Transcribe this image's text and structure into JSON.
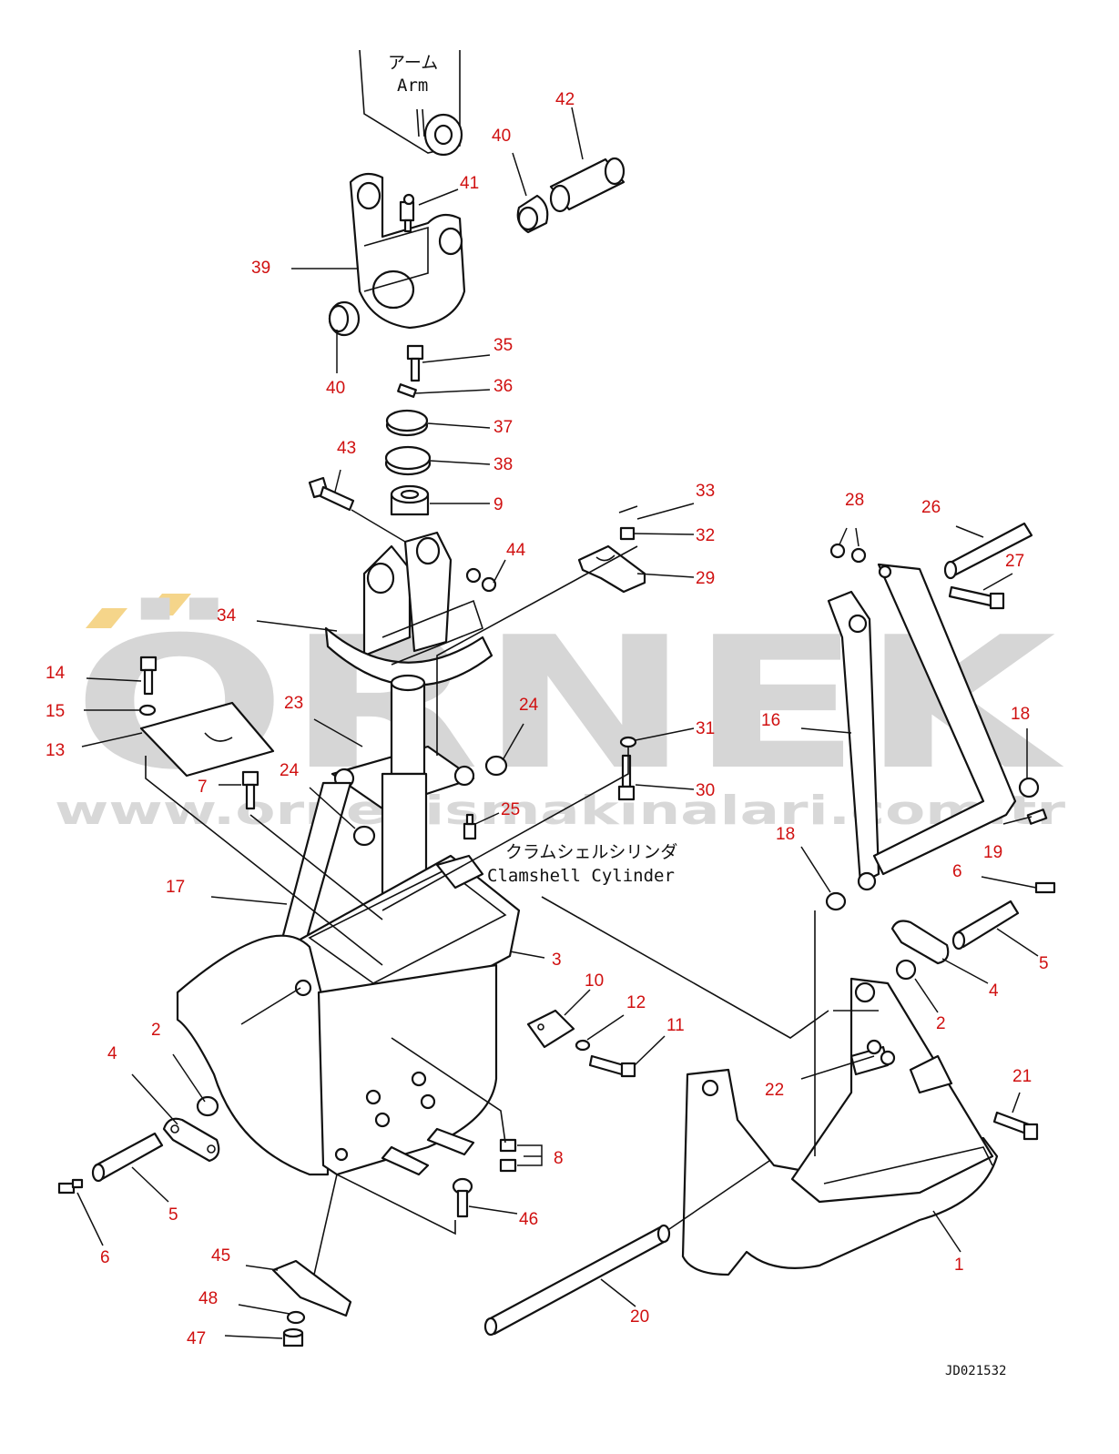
{
  "watermark": {
    "brand": "ÖRNEK",
    "url": "www.ornekismakinalari.com.tr",
    "accent": "#f5d58a"
  },
  "labels": {
    "arm_jp": "アーム",
    "arm_en": "Arm",
    "cylinder_jp": "クラムシェルシリンダ",
    "cylinder_en": "Clamshell Cylinder",
    "drawing_code": "JD021532"
  },
  "callouts": {
    "c1": "1",
    "c2a": "2",
    "c2b": "2",
    "c3": "3",
    "c4a": "4",
    "c4b": "4",
    "c5a": "5",
    "c5b": "5",
    "c6a": "6",
    "c6b": "6",
    "c7": "7",
    "c8": "8",
    "c9": "9",
    "c10": "10",
    "c11": "11",
    "c12": "12",
    "c13": "13",
    "c14": "14",
    "c15": "15",
    "c16": "16",
    "c17": "17",
    "c18a": "18",
    "c18b": "18",
    "c19": "19",
    "c20": "20",
    "c21": "21",
    "c22": "22",
    "c23": "23",
    "c24a": "24",
    "c24b": "24",
    "c25": "25",
    "c26": "26",
    "c27": "27",
    "c28": "28",
    "c29": "29",
    "c30": "30",
    "c31": "31",
    "c32": "32",
    "c33": "33",
    "c34": "34",
    "c35": "35",
    "c36": "36",
    "c37": "37",
    "c38": "38",
    "c39": "39",
    "c40a": "40",
    "c40b": "40",
    "c41": "41",
    "c42": "42",
    "c43": "43",
    "c44": "44",
    "c45": "45",
    "c46": "46",
    "c47": "47",
    "c48": "48"
  }
}
